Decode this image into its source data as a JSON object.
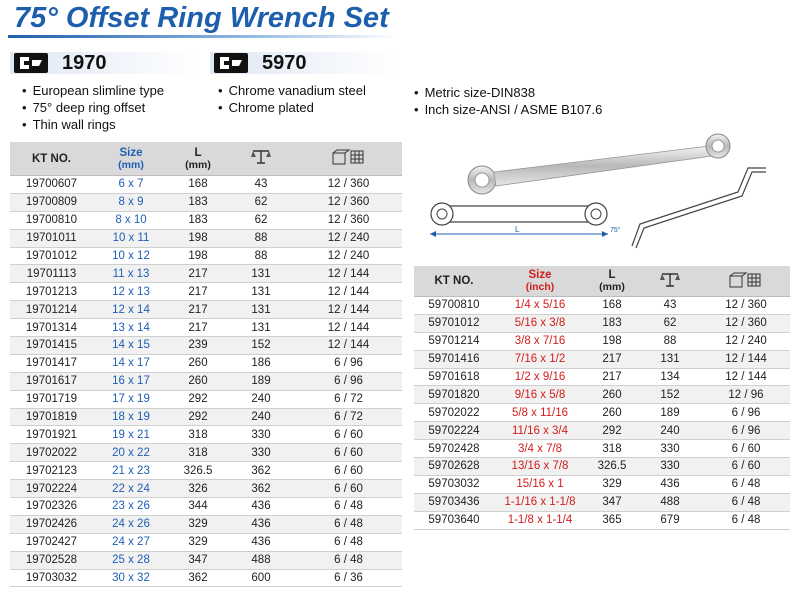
{
  "title": "75° Offset Ring Wrench Set",
  "series_a": {
    "code": "1970",
    "features": [
      "European slimline type",
      "75° deep ring offset",
      "Thin wall rings"
    ]
  },
  "series_b": {
    "code": "5970",
    "features": [
      "Chrome vanadium steel",
      "Chrome plated"
    ]
  },
  "standards": [
    "Metric size-DIN838",
    "Inch size-ANSI / ASME B107.6"
  ],
  "diagram": {
    "length_label": "L",
    "angle_label": "75°"
  },
  "metric_table": {
    "headers": {
      "kt": "KT NO.",
      "size": "Size",
      "size_unit": "(mm)",
      "l": "L",
      "l_unit": "(mm)"
    },
    "rows": [
      [
        "19700607",
        "6 x 7",
        "168",
        "43",
        "12 / 360"
      ],
      [
        "19700809",
        "8 x 9",
        "183",
        "62",
        "12 / 360"
      ],
      [
        "19700810",
        "8 x 10",
        "183",
        "62",
        "12 / 360"
      ],
      [
        "19701011",
        "10 x 11",
        "198",
        "88",
        "12 / 240"
      ],
      [
        "19701012",
        "10 x 12",
        "198",
        "88",
        "12 / 240"
      ],
      [
        "19701113",
        "11 x 13",
        "217",
        "131",
        "12 / 144"
      ],
      [
        "19701213",
        "12 x 13",
        "217",
        "131",
        "12 / 144"
      ],
      [
        "19701214",
        "12 x 14",
        "217",
        "131",
        "12 / 144"
      ],
      [
        "19701314",
        "13 x 14",
        "217",
        "131",
        "12 / 144"
      ],
      [
        "19701415",
        "14 x 15",
        "239",
        "152",
        "12 / 144"
      ],
      [
        "19701417",
        "14 x 17",
        "260",
        "186",
        "6 / 96"
      ],
      [
        "19701617",
        "16 x 17",
        "260",
        "189",
        "6 / 96"
      ],
      [
        "19701719",
        "17 x 19",
        "292",
        "240",
        "6 / 72"
      ],
      [
        "19701819",
        "18 x 19",
        "292",
        "240",
        "6 / 72"
      ],
      [
        "19701921",
        "19 x 21",
        "318",
        "330",
        "6 / 60"
      ],
      [
        "19702022",
        "20 x 22",
        "318",
        "330",
        "6 / 60"
      ],
      [
        "19702123",
        "21 x 23",
        "326.5",
        "362",
        "6 / 60"
      ],
      [
        "19702224",
        "22 x 24",
        "326",
        "362",
        "6 / 60"
      ],
      [
        "19702326",
        "23 x 26",
        "344",
        "436",
        "6 / 48"
      ],
      [
        "19702426",
        "24 x 26",
        "329",
        "436",
        "6 / 48"
      ],
      [
        "19702427",
        "24 x 27",
        "329",
        "436",
        "6 / 48"
      ],
      [
        "19702528",
        "25 x 28",
        "347",
        "488",
        "6 / 48"
      ],
      [
        "19703032",
        "30 x 32",
        "362",
        "600",
        "6 / 36"
      ]
    ]
  },
  "inch_table": {
    "headers": {
      "kt": "KT NO.",
      "size": "Size",
      "size_unit": "(inch)",
      "l": "L",
      "l_unit": "(mm)"
    },
    "rows": [
      [
        "59700810",
        "1/4 x 5/16",
        "168",
        "43",
        "12 / 360"
      ],
      [
        "59701012",
        "5/16 x 3/8",
        "183",
        "62",
        "12 / 360"
      ],
      [
        "59701214",
        "3/8 x 7/16",
        "198",
        "88",
        "12 / 240"
      ],
      [
        "59701416",
        "7/16 x 1/2",
        "217",
        "131",
        "12 / 144"
      ],
      [
        "59701618",
        "1/2 x 9/16",
        "217",
        "134",
        "12 / 144"
      ],
      [
        "59701820",
        "9/16 x 5/8",
        "260",
        "152",
        "12 / 96"
      ],
      [
        "59702022",
        "5/8 x 11/16",
        "260",
        "189",
        "6 / 96"
      ],
      [
        "59702224",
        "11/16 x 3/4",
        "292",
        "240",
        "6 / 96"
      ],
      [
        "59702428",
        "3/4 x 7/8",
        "318",
        "330",
        "6 / 60"
      ],
      [
        "59702628",
        "13/16 x 7/8",
        "326.5",
        "330",
        "6 / 60"
      ],
      [
        "59703032",
        "15/16 x 1",
        "329",
        "436",
        "6 / 48"
      ],
      [
        "59703436",
        "1-1/16 x 1-1/8",
        "347",
        "488",
        "6 / 48"
      ],
      [
        "59703640",
        "1-1/8 x 1-1/4",
        "365",
        "679",
        "6 / 48"
      ]
    ]
  },
  "icons": {
    "weight": "scale-icon",
    "pack": "package-icon"
  },
  "colors": {
    "title": "#1e5fad",
    "metric_size": "#1f5fb5",
    "inch_size": "#d21d1d"
  }
}
